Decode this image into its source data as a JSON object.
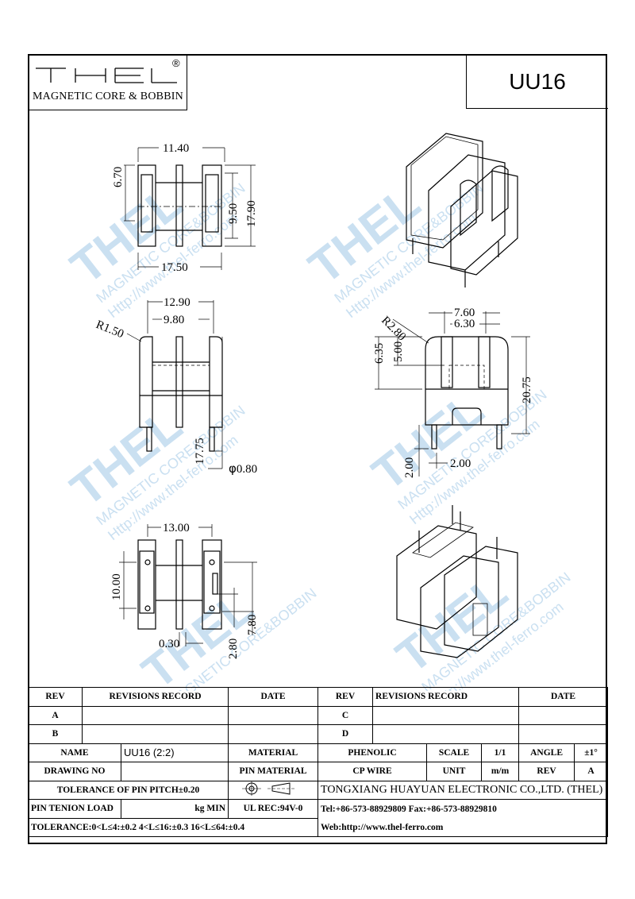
{
  "header": {
    "logo_text": "THEL",
    "logo_registered": "®",
    "logo_subtitle": "MAGNETIC CORE & BOBBIN",
    "part_number": "UU16"
  },
  "watermark": {
    "brand": "THEL",
    "tagline": "MAGNETIC CORE&BOBBIN",
    "url": "Http://www.thel-ferro.com"
  },
  "dimensions": {
    "view1": {
      "d1": "11.40",
      "d2": "6.70",
      "d3": "9.50",
      "d4": "17.90",
      "d5": "17.50"
    },
    "view2": {
      "d1": "12.90",
      "d2": "9.80",
      "d3": "R1.50",
      "d4": "17.75",
      "d5": "0.80"
    },
    "view3": {
      "d1": "R2.80",
      "d2": "7.60",
      "d3": "6.30",
      "d4": "6.35",
      "d5": "5.00",
      "d6": "20.75",
      "d7": "2.00",
      "d8": "2.00"
    },
    "view4": {
      "d1": "13.00",
      "d2": "10.00",
      "d3": "0.30",
      "d4": "2.80",
      "d5": "7.80"
    }
  },
  "title_block": {
    "rev_label": "REV",
    "revisions_record_label": "REVISIONS RECORD",
    "date_label": "DATE",
    "rev_a": "A",
    "rev_b": "B",
    "rev_c": "C",
    "rev_d": "D",
    "name_label": "NAME",
    "name_value": "UU16 (2:2)",
    "material_label": "MATERIAL",
    "material_value": "PHENOLIC",
    "scale_label": "SCALE",
    "scale_value": "1/1",
    "angle_label": "ANGLE",
    "angle_value": "±1°",
    "drawing_no_label": "DRAWING NO",
    "pin_material_label": "PIN MATERIAL",
    "pin_material_value": "CP WIRE",
    "unit_label": "UNIT",
    "unit_value": "m/m",
    "rev_value_label": "REV",
    "rev_value": "A",
    "pitch_tolerance": "TOLERANCE OF PIN PITCH±0.20",
    "company": "TONGXIANG HUAYUAN ELECTRONIC CO.,LTD.  (THEL)",
    "pin_tension_label": "PIN TENION LOAD",
    "pin_tension_unit": "kg MIN",
    "ul_rec": "UL REC:94V-0",
    "tel_fax": "Tel:+86-573-88929809 Fax:+86-573-88929810",
    "tolerance": "TOLERANCE:0<L≤4:±0.2  4<L≤16:±0.3  16<L≤64:±0.4",
    "web": "Web:http://www.thel-ferro.com"
  }
}
